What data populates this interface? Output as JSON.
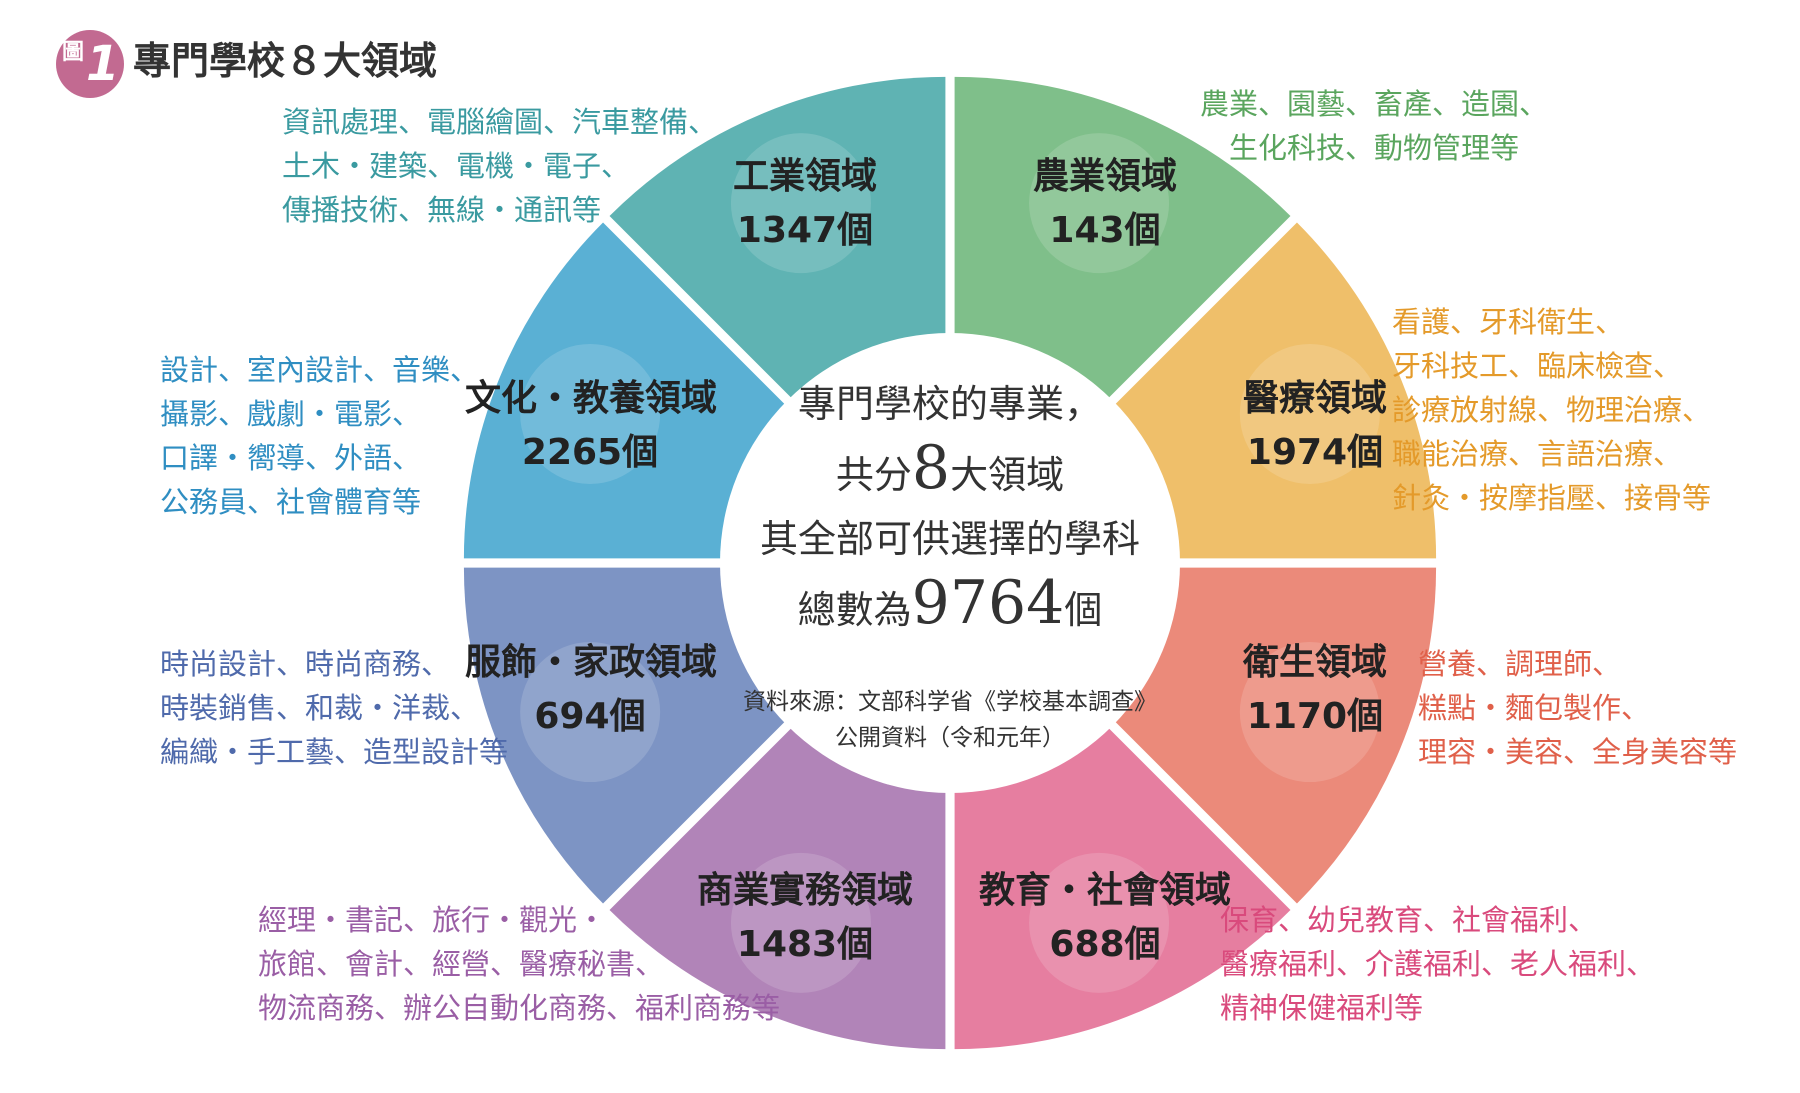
{
  "figure": {
    "badge_prefix": "圖",
    "badge_number": "1",
    "title": "專門學校８大領域"
  },
  "center": {
    "line1": "專門學校的專業，",
    "line2_pre": "共分",
    "line2_num": "8",
    "line2_post": "大領域",
    "line3": "其全部可供選擇的學科",
    "line4_pre": "總數為",
    "line4_num": "9764",
    "line4_post": "個",
    "source_line1": "資料來源：文部科学省《学校基本調查》",
    "source_line2": "公開資料（令和元年）"
  },
  "fields": [
    {
      "name": "工業領域",
      "count": "1347個",
      "color": "#5fb3b3",
      "icon": "building-icon",
      "desc": [
        "資訊處理、電腦繪圖、汽車整備、",
        "土木・建築、電機・電子、",
        "傳播技術、無線・通訊等"
      ],
      "desc_color": "#3a9aa0"
    },
    {
      "name": "農業領域",
      "count": "143個",
      "color": "#7fbf8a",
      "icon": "plant-icon",
      "desc": [
        "農業、園藝、畜產、造園、",
        "生化科技、動物管理等"
      ],
      "desc_color": "#5aa55e"
    },
    {
      "name": "醫療領域",
      "count": "1974個",
      "color": "#efbf6a",
      "icon": "medical-icon",
      "desc": [
        "看護、牙科衛生、",
        "牙科技工、臨床檢查、",
        "診療放射線、物理治療、",
        "職能治療、言語治療、",
        "針灸・按摩指壓、接骨等"
      ],
      "desc_color": "#e49a2a"
    },
    {
      "name": "衛生領域",
      "count": "1170個",
      "color": "#eb8a7a",
      "icon": "scissors-icon",
      "desc": [
        "營養、調理師、",
        "糕點・麵包製作、",
        "理容・美容、全身美容等"
      ],
      "desc_color": "#e0604a"
    },
    {
      "name": "教育・社會領域",
      "count": "688個",
      "color": "#e67ea0",
      "icon": "book-icon",
      "desc": [
        "保育、幼兒教育、社會福利、",
        "醫療福利、介護福利、老人福利、",
        "精神保健福利等"
      ],
      "desc_color": "#d94a7c"
    },
    {
      "name": "商業實務領域",
      "count": "1483個",
      "color": "#b184b8",
      "icon": "calculator-icon",
      "desc": [
        "經理・書記、旅行・觀光・",
        "旅館、會計、經營、醫療秘書、",
        "物流商務、辦公自動化商務、福利商務等"
      ],
      "desc_color": "#9a5ea5"
    },
    {
      "name": "服飾・家政領域",
      "count": "694個",
      "color": "#7d94c4",
      "icon": "mannequin-icon",
      "desc": [
        "時尚設計、時尚商務、",
        "時裝銷售、和裁・洋裁、",
        "編織・手工藝、造型設計等"
      ],
      "desc_color": "#4f6aab"
    },
    {
      "name": "文化・教養領域",
      "count": "2265個",
      "color": "#5ab0d4",
      "icon": "pencil-icon",
      "desc": [
        "設計、室內設計、音樂、",
        "攝影、戲劇・電影、",
        "口譯・嚮導、外語、",
        "公務員、社會體育等"
      ],
      "desc_color": "#2f8ec2"
    }
  ]
}
